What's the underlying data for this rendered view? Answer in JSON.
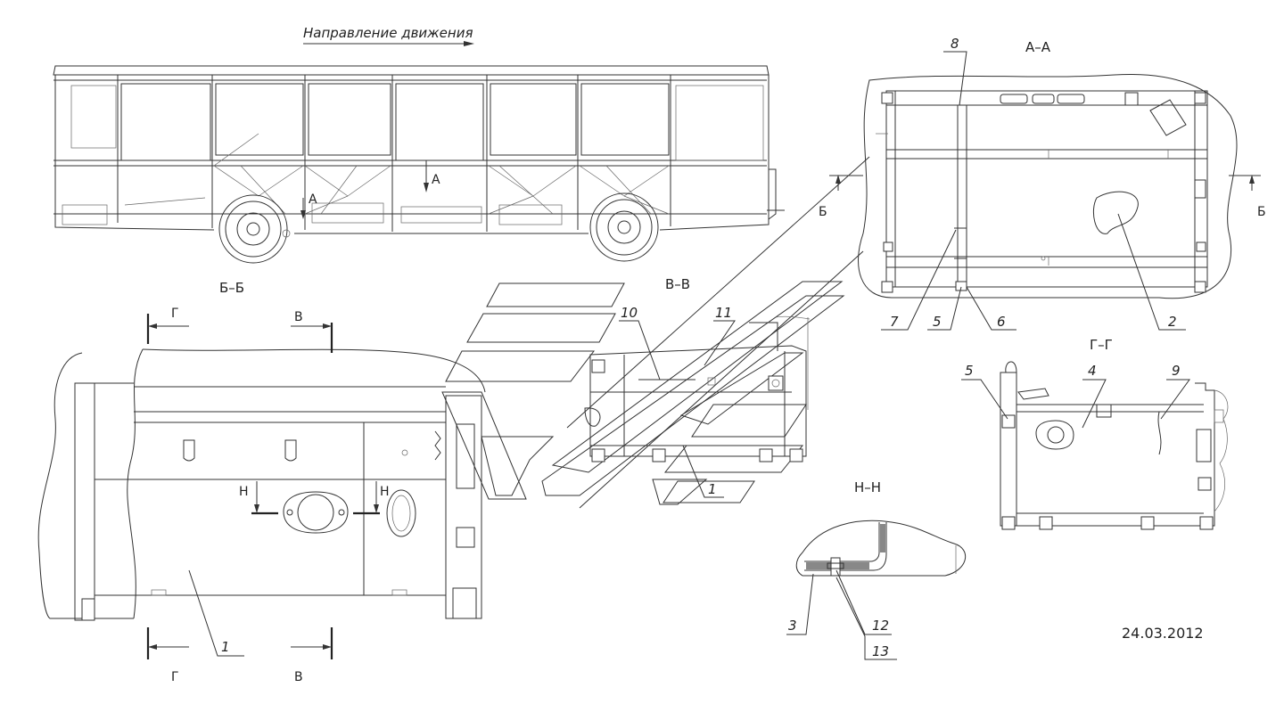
{
  "drawing": {
    "direction_label": "Направление движения",
    "date": "24.03.2012"
  },
  "sections": {
    "aa": "А–А",
    "bb": "Б–Б",
    "vv": "В–В",
    "gg": "Г–Г",
    "nn": "Н–Н"
  },
  "section_marks": {
    "a_upper": "А",
    "a_lower": "А",
    "b_left": "Б",
    "b_right": "Б",
    "v_top": "В",
    "v_bottom": "В",
    "g_top": "Г",
    "g_bottom": "Г",
    "n_left": "Н",
    "n_right": "Н"
  },
  "callouts": {
    "c1_bb": "1",
    "c1_vv": "1",
    "c2": "2",
    "c3": "3",
    "c4": "4",
    "c5_aa": "5",
    "c5_gg": "5",
    "c6": "6",
    "c7": "7",
    "c8": "8",
    "c9": "9",
    "c10": "10",
    "c11": "11",
    "c12": "12",
    "c13": "13"
  }
}
